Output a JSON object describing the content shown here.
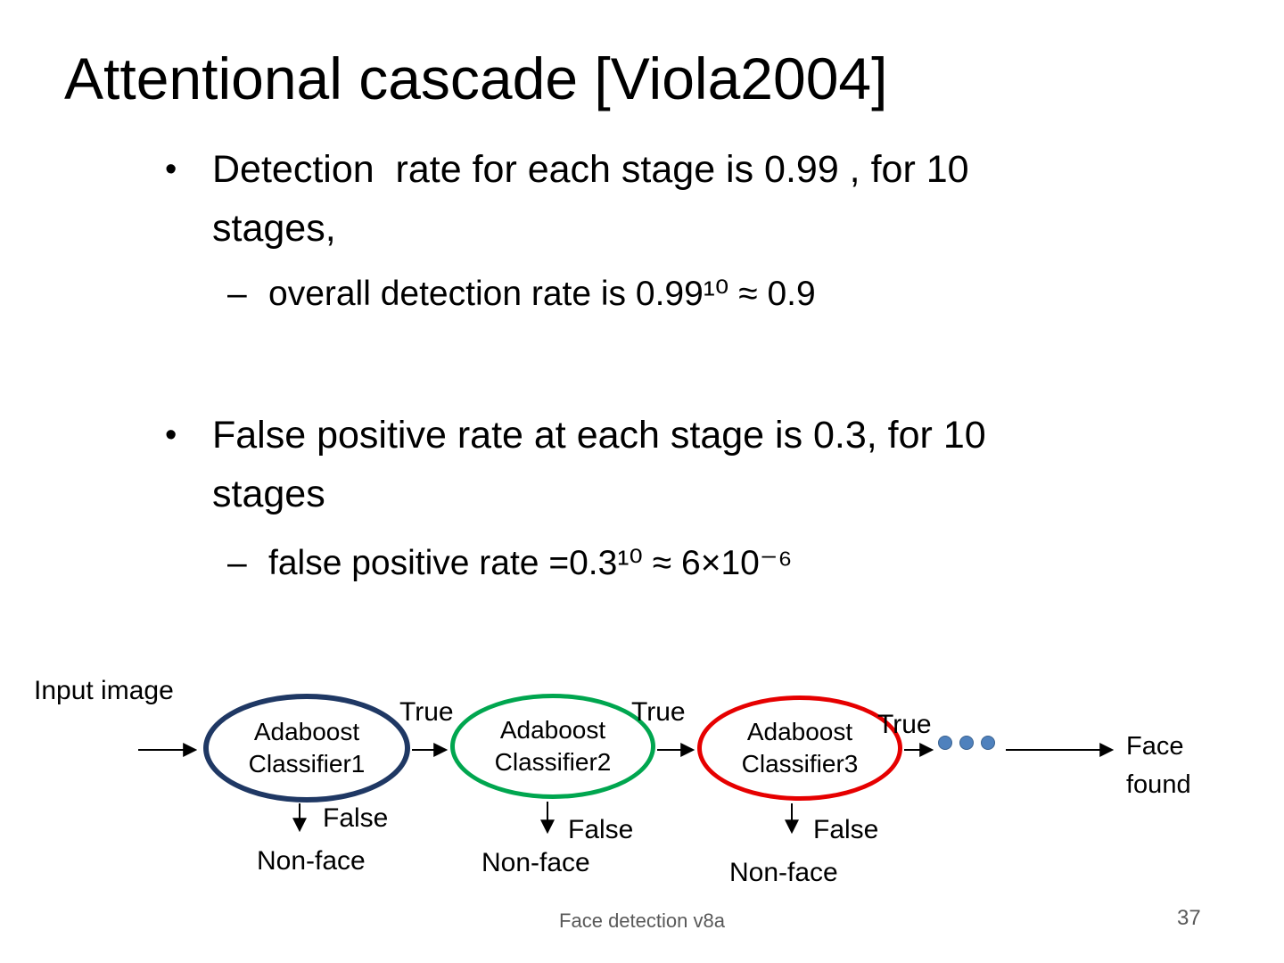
{
  "slide": {
    "title": "Attentional cascade [Viola2004]",
    "bullets": [
      {
        "marker": "•",
        "text": "Detection  rate for each stage is 0.99 , for 10\nstages,",
        "sub_marker": "–",
        "sub": "overall detection rate is 0.99¹⁰ ≈ 0.9"
      },
      {
        "marker": "•",
        "text": "False positive rate at each stage is 0.3, for 10\nstages",
        "sub_marker": "–",
        "sub": "false positive rate =0.3¹⁰ ≈ 6×10⁻⁶"
      }
    ]
  },
  "diagram": {
    "input_label": "Input image",
    "classifiers": [
      {
        "name": "Adaboost\nClassifier1",
        "color": "#1f3864",
        "true_label": "True",
        "false_label": "False",
        "reject_label": "Non-face"
      },
      {
        "name": "Adaboost\nClassifier2",
        "color": "#00a64f",
        "true_label": "True",
        "false_label": "False",
        "reject_label": "Non-face"
      },
      {
        "name": "Adaboost\nClassifier3",
        "color": "#e60000",
        "true_label": "True",
        "false_label": "False",
        "reject_label": "Non-face"
      }
    ],
    "dots_color": "#4f81bd",
    "result_label": "Face\nfound"
  },
  "footer": {
    "title": "Face detection v8a",
    "page": "37"
  }
}
